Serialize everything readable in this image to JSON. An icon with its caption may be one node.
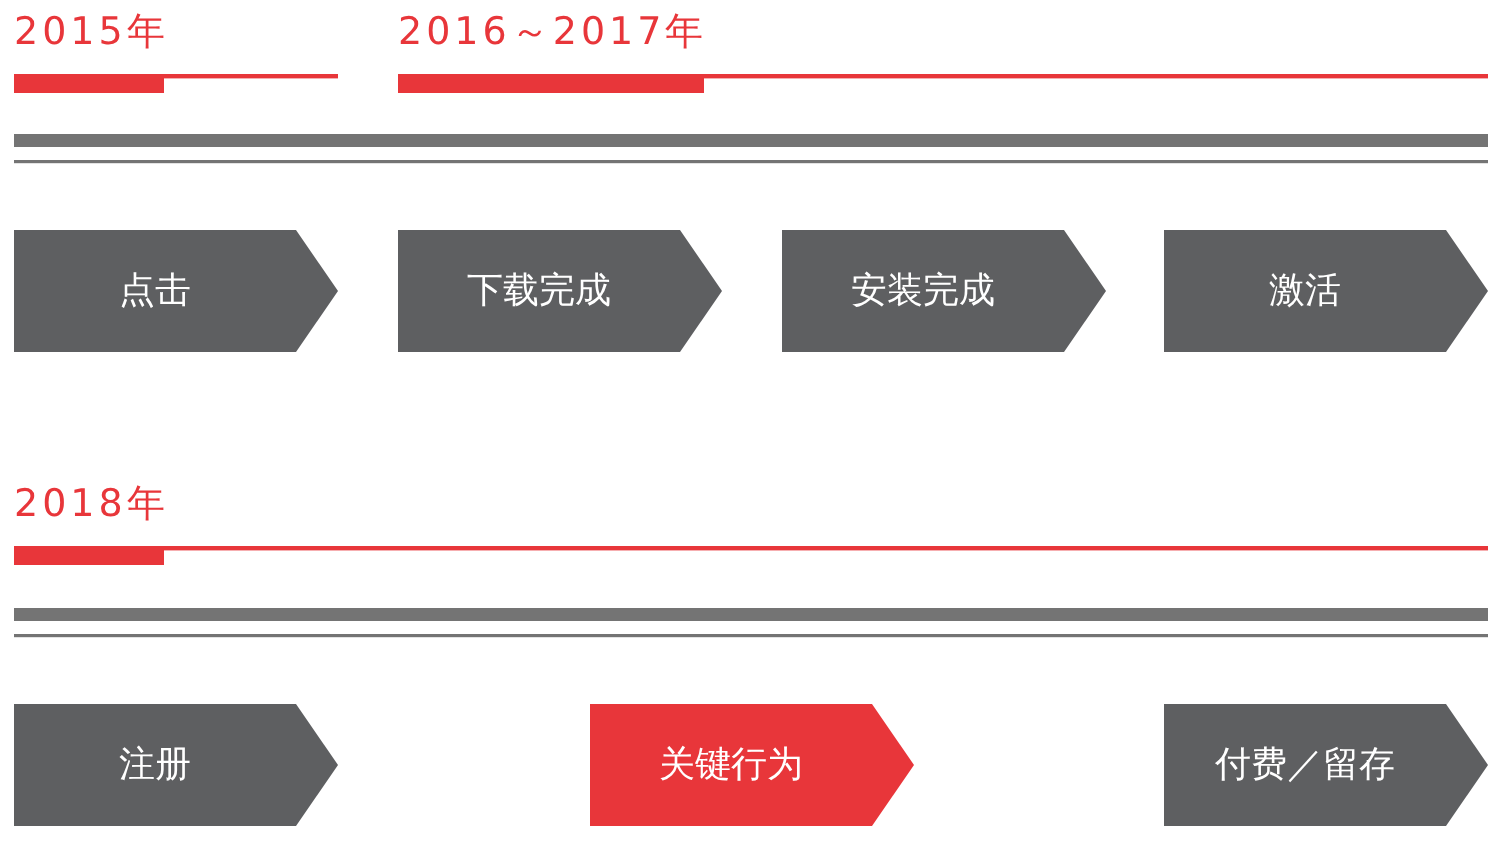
{
  "diagram": {
    "nodes": [
      {
        "text": [
          "点击"
        ]
      },
      {
        "text": [
          "下载完成"
        ]
      },
      {
        "text": [
          "安装完成"
        ]
      },
      {
        "text": [
          "激活"
        ]
      },
      {
        "text": [
          "注册"
        ]
      },
      {
        "text": [
          "关键行为"
        ]
      },
      {
        "text": [
          "付费／留存"
        ]
      }
    ],
    "labels": [
      "2015年",
      "2016～2017年",
      "2018年"
    ]
  }
}
